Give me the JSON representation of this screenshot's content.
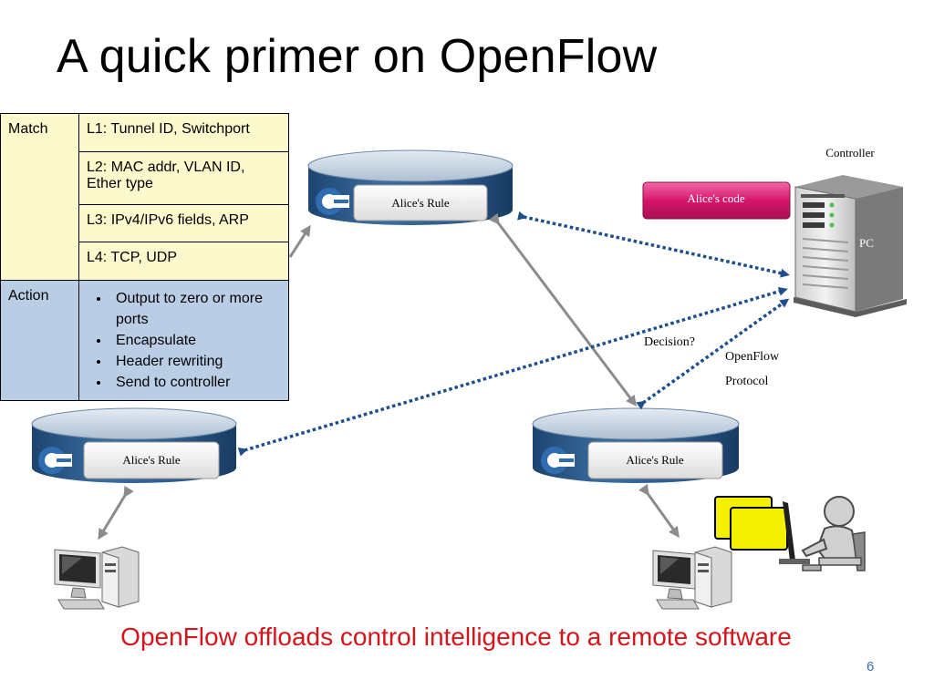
{
  "slide": {
    "title": "A quick primer on OpenFlow",
    "caption": "OpenFlow offloads control intelligence to a remote software",
    "page_number": "6"
  },
  "table": {
    "match_header": "Match",
    "action_header": "Action",
    "match_rows": [
      "L1: Tunnel ID, Switchport",
      "L2: MAC addr, VLAN ID, Ether type",
      "L3: IPv4/IPv6 fields, ARP",
      "L4: TCP, UDP"
    ],
    "actions": [
      "Output to zero or more ports",
      "Encapsulate",
      "Header rewriting",
      "Send to controller"
    ]
  },
  "switches": {
    "top_rule": "Alice's Rule",
    "left_rule": "Alice's Rule",
    "right_rule": "Alice's Rule"
  },
  "controller": {
    "label": "Controller",
    "pc_label": "PC",
    "code_label": "Alice's code"
  },
  "annotations": {
    "decision": "Decision?",
    "protocol_line1": "OpenFlow",
    "protocol_line2": "Protocol"
  },
  "colors": {
    "caption": "#d4151b",
    "dotted_link": "#1f4e8c",
    "solid_link": "#8c8c8c",
    "match_fill": "#fcf9cc",
    "action_fill": "#b9cde5",
    "code_box": "#d6156c"
  }
}
